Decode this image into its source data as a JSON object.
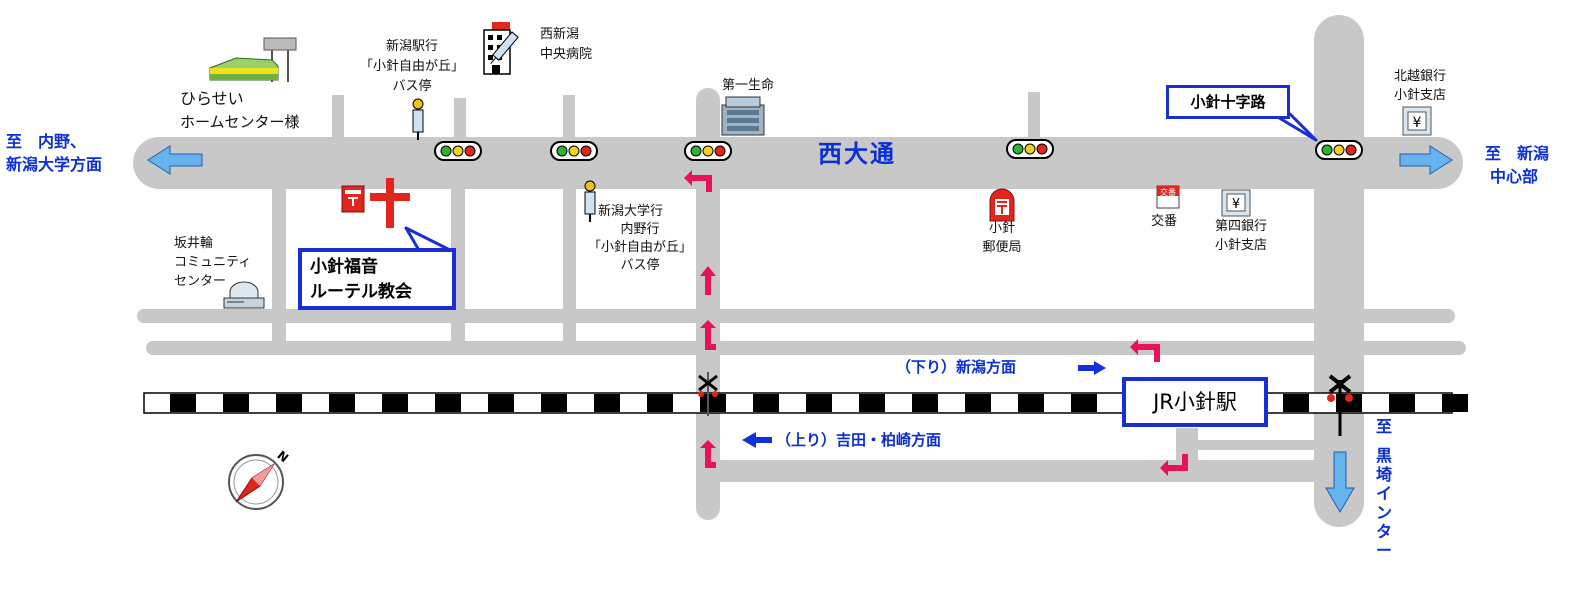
{
  "colors": {
    "road": "#c8c8c8",
    "arrow_blue": "#66b3ee",
    "arrow_pink": "#e8115e",
    "label_blue": "#0b2fd6",
    "box_border": "#1a2fd0"
  },
  "street_name": "西大通",
  "directions": {
    "west_line1": "至　内野、",
    "west_line2": "新潟大学方面",
    "east_line1": "至　新潟",
    "east_line2": "中心部",
    "south_line1": "至",
    "south_line2": "黒埼インター"
  },
  "church": {
    "line1": "小針福音",
    "line2": "ルーテル教会"
  },
  "station": "JR小針駅",
  "crossroad": "小針十字路",
  "trains": {
    "down": "（下り）新潟方面",
    "up": "（上り）吉田・柏崎方面"
  },
  "landmarks": {
    "hirasei_line1": "ひらせい",
    "hirasei_line2": "ホームセンター様",
    "bus_north_line1": "新潟駅行",
    "bus_north_line2": "「小針自由が丘」",
    "bus_north_line3": "バス停",
    "hospital_line1": "西新潟",
    "hospital_line2": "中央病院",
    "daiichi": "第一生命",
    "hokuetsu_line1": "北越銀行",
    "hokuetsu_line2": "小針支店",
    "sakai_line1": "坂井輪",
    "sakai_line2": "コミュニティ",
    "sakai_line3": "センター",
    "bus_south_line1": "新潟大学行",
    "bus_south_line2": "内野行",
    "bus_south_line3": "「小針自由が丘」",
    "bus_south_line4": "バス停",
    "post_line1": "小針",
    "post_line2": "郵便局",
    "police": "交番",
    "koban_sign": "交番",
    "daishi_line1": "第四銀行",
    "daishi_line2": "小針支店"
  },
  "icons": [
    "traffic-light-icon",
    "bus-stop-icon",
    "post-office-icon",
    "mailbox-icon",
    "church-cross-icon",
    "hospital-icon",
    "building-icon",
    "bank-icon",
    "police-box-icon",
    "railway-crossing-icon",
    "compass-icon",
    "home-center-icon",
    "community-center-icon"
  ],
  "compass_letter": "N"
}
